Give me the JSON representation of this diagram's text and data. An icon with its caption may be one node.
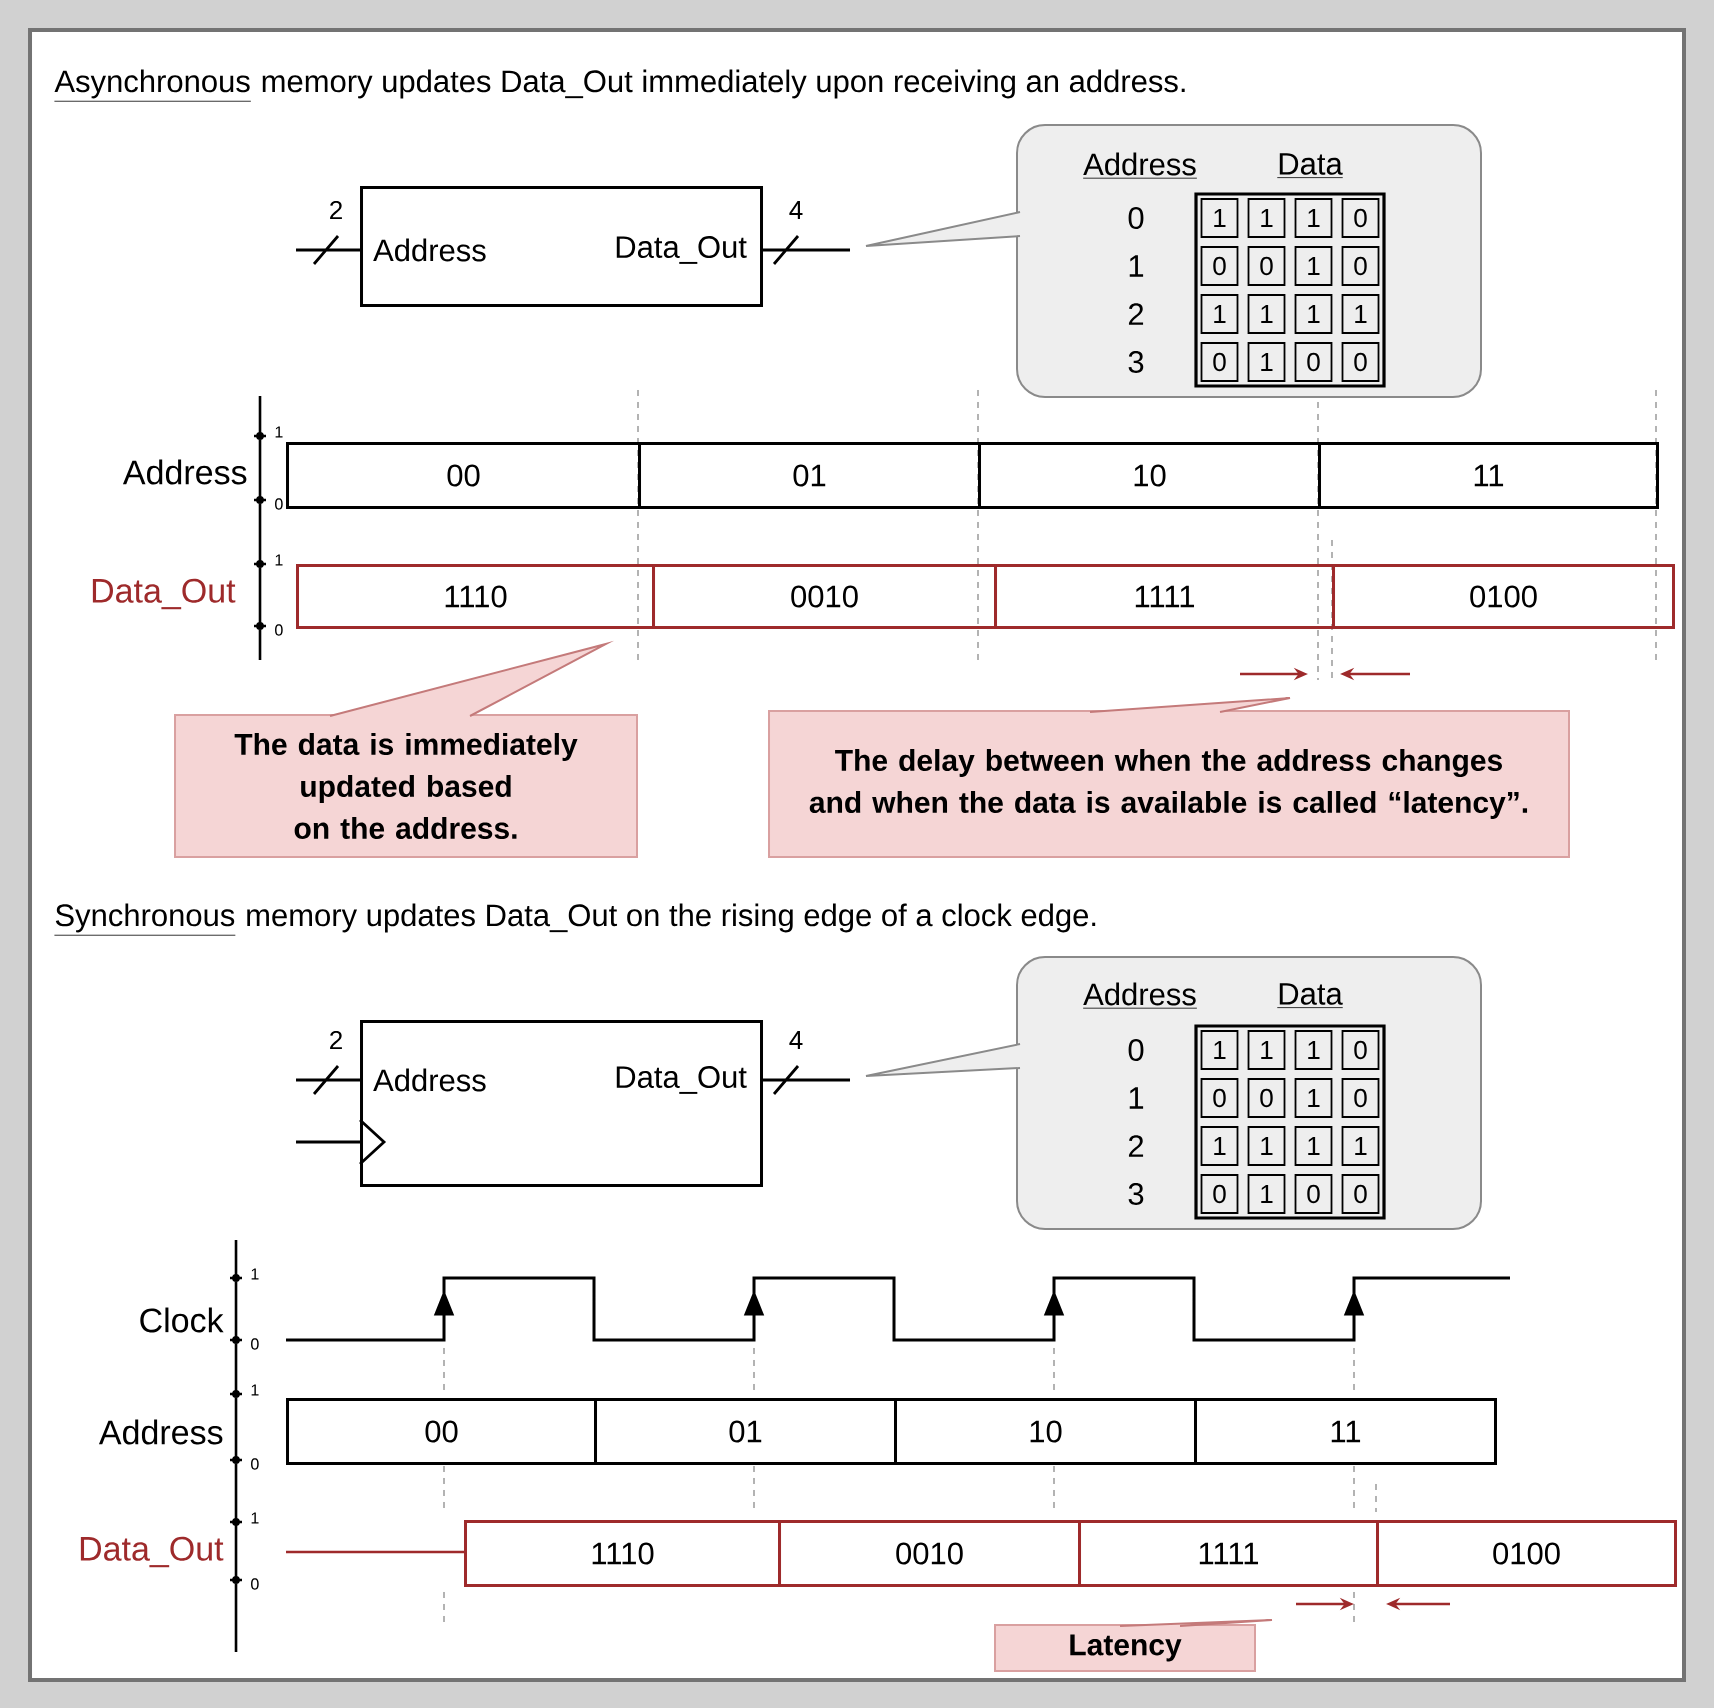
{
  "diagram": {
    "nodes": [
      {
        "text": [
          "Address",
          "Data_Out"
        ],
        "beside": [
          "2",
          "4"
        ]
      },
      {
        "text": [
          "Address",
          "Data",
          "0",
          "1",
          "1",
          "1",
          "0",
          "1",
          "0",
          "0",
          "1",
          "0",
          "2",
          "1",
          "1",
          "1",
          "1",
          "3",
          "0",
          "1",
          "0",
          "0"
        ]
      },
      {
        "text": [
          "00"
        ]
      },
      {
        "text": [
          "01"
        ]
      },
      {
        "text": [
          "10"
        ]
      },
      {
        "text": [
          "11"
        ]
      },
      {
        "text": [
          "1110"
        ]
      },
      {
        "text": [
          "0010"
        ]
      },
      {
        "text": [
          "1111"
        ]
      },
      {
        "text": [
          "0100"
        ]
      },
      {
        "text": [
          "The data is immediately updated based on the address."
        ]
      },
      {
        "text": [
          "The delay between when the address changes and when the data is available is called “latency”."
        ]
      },
      {
        "text": [
          "Address",
          "Data_Out"
        ],
        "beside": [
          "2",
          "4"
        ]
      },
      {
        "text": [
          "Address",
          "Data",
          "0",
          "1",
          "1",
          "1",
          "0",
          "1",
          "0",
          "0",
          "1",
          "0",
          "2",
          "1",
          "1",
          "1",
          "1",
          "3",
          "0",
          "1",
          "0",
          "0"
        ]
      },
      {
        "text": [
          "00"
        ]
      },
      {
        "text": [
          "01"
        ]
      },
      {
        "text": [
          "10"
        ]
      },
      {
        "text": [
          "11"
        ]
      },
      {
        "text": [
          "1110"
        ]
      },
      {
        "text": [
          "0010"
        ]
      },
      {
        "text": [
          "1111"
        ]
      },
      {
        "text": [
          "0100"
        ]
      },
      {
        "text": [
          "Latency"
        ]
      }
    ],
    "edges": [
      {
        "from": 1,
        "to": null,
        "arrow": "none",
        "color": "#8a8a8a"
      },
      {
        "from": 13,
        "to": null,
        "arrow": "none",
        "color": "#8a8a8a"
      },
      {
        "from": 10,
        "to": null,
        "arrow": "none",
        "color": "#c47a7a"
      },
      {
        "from": 11,
        "to": null,
        "arrow": "none",
        "color": "#c47a7a"
      },
      {
        "from": 22,
        "to": null,
        "arrow": "none",
        "color": "#c47a7a"
      }
    ],
    "labels": [
      "Asynchronous",
      "memory updates Data_Out immediately upon receiving an address.",
      "Address",
      "1",
      "0",
      "Data_Out",
      "1",
      "0",
      "Synchronous",
      "memory updates Data_Out on the rising edge of a clock edge.",
      "Clock",
      "1",
      "0",
      "Address",
      "1",
      "0",
      "Data_Out",
      "1",
      "0"
    ]
  }
}
